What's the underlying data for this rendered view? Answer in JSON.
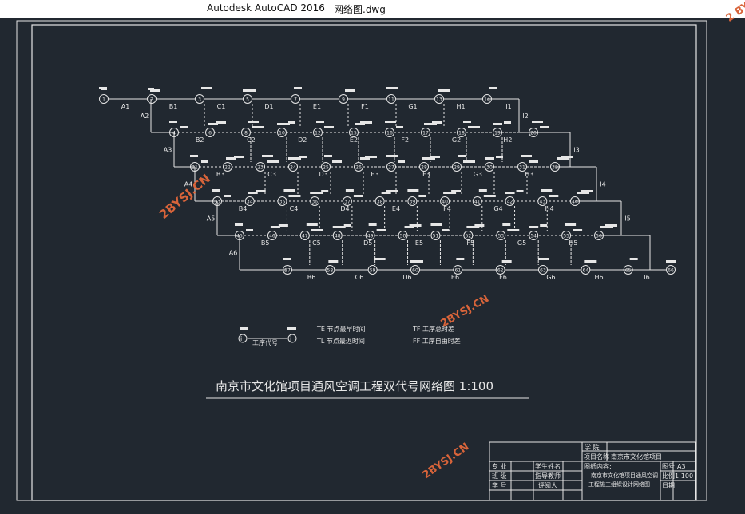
{
  "window": {
    "app_title": "Autodesk AutoCAD 2016",
    "file_title": "网络图.dwg",
    "watermark": "2 BY"
  },
  "colors": {
    "background": "#212830",
    "line": "#e6e6e6",
    "watermark": "#d8643a"
  },
  "network": {
    "row1_node_labels": [
      "1",
      "2",
      "3",
      "5",
      "7",
      "9",
      "11",
      "13",
      "14"
    ],
    "row1_activities": [
      "A1",
      "B1",
      "C1",
      "D1",
      "E1",
      "F1",
      "G1",
      "H1",
      "I1"
    ],
    "row2_node_labels": [
      "4",
      "6",
      "8",
      "10",
      "12",
      "15",
      "16",
      "17",
      "18",
      "19",
      "20"
    ],
    "row2_activities": [
      "B2",
      "C2",
      "D2",
      "E2",
      "F2",
      "G2",
      "H2"
    ],
    "row3_node_labels": [
      "21",
      "22",
      "23",
      "24",
      "25",
      "26",
      "27",
      "28",
      "29",
      "30",
      "31",
      "32"
    ],
    "row3_activities": [
      "B3",
      "C3",
      "D3",
      "E3",
      "F3",
      "G3",
      "H3"
    ],
    "row4_node_labels": [
      "33",
      "34",
      "35",
      "36",
      "37",
      "38",
      "39",
      "40",
      "41",
      "42",
      "43",
      "44"
    ],
    "row4_activities": [
      "B4",
      "C4",
      "D4",
      "E4",
      "F4",
      "G4",
      "H4"
    ],
    "row5_node_labels": [
      "45",
      "46",
      "47",
      "48",
      "49",
      "50",
      "51",
      "52",
      "53",
      "54",
      "55",
      "56"
    ],
    "row5_activities": [
      "B5",
      "C5",
      "D5",
      "E5",
      "F5",
      "G5",
      "H5"
    ],
    "row6_node_labels": [
      "57",
      "58",
      "59",
      "60",
      "61",
      "62",
      "63",
      "64",
      "65",
      "66"
    ],
    "row6_activities": [
      "B6",
      "C6",
      "D6",
      "E6",
      "F6",
      "G6",
      "H6",
      "I6"
    ],
    "vertical_activities": [
      "A2",
      "A3",
      "A4",
      "A5",
      "A6",
      "I2",
      "I3",
      "I4",
      "I5"
    ]
  },
  "legend": {
    "node_i": "i",
    "node_j": "j",
    "work_code": "工序代号",
    "et": "TE 节点最早时间",
    "lt": "TL 节点最迟时间",
    "tf": "TF 工序总时差",
    "ff": "FF 工序自由时差"
  },
  "main_title": "南京市文化馆项目通风空调工程双代号网络图 1:100",
  "title_block": {
    "school_label": "学 院",
    "project_label": "项目名称",
    "project_value": "南京市文化馆项目",
    "drawing_content_label": "图纸内容:",
    "drawing_content_value1": "南京市文化馆项目通风空调",
    "drawing_content_value2": "工程施工组织设计网络图",
    "major_label": "专 业",
    "class_label": "班 级",
    "student_id_label": "学 号",
    "student_name_label": "学生姓名",
    "advisor_label": "指导教师",
    "reviewer_label": "评阅人",
    "sheet_label": "图号",
    "sheet_value": "A3",
    "scale_label": "比例",
    "scale_value": "1:100",
    "date_label": "日期"
  },
  "watermarks": [
    "2BYSJ.CN",
    "2BYSJ.CN",
    "2BYSJ.CN"
  ]
}
